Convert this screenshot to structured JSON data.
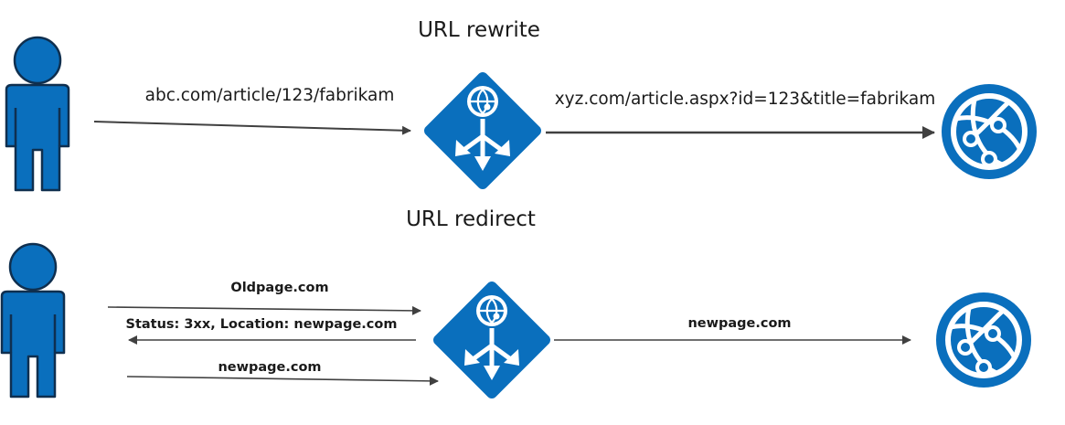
{
  "colors": {
    "accent": "#0a6fbd",
    "arrow": "#404040",
    "text": "#1a1a1a"
  },
  "rewrite": {
    "title": "URL rewrite",
    "request_label": "abc.com/article/123/fabrikam",
    "backend_label": "xyz.com/article.aspx?id=123&title=fabrikam"
  },
  "redirect": {
    "title": "URL redirect",
    "request_label": "Oldpage.com",
    "response_label": "Status: 3xx, Location: newpage.com",
    "second_request_label": "newpage.com",
    "backend_label": "newpage.com"
  },
  "icons": {
    "user": "user-icon",
    "gateway": "application-gateway-icon",
    "web_app": "web-app-globe-icon"
  }
}
